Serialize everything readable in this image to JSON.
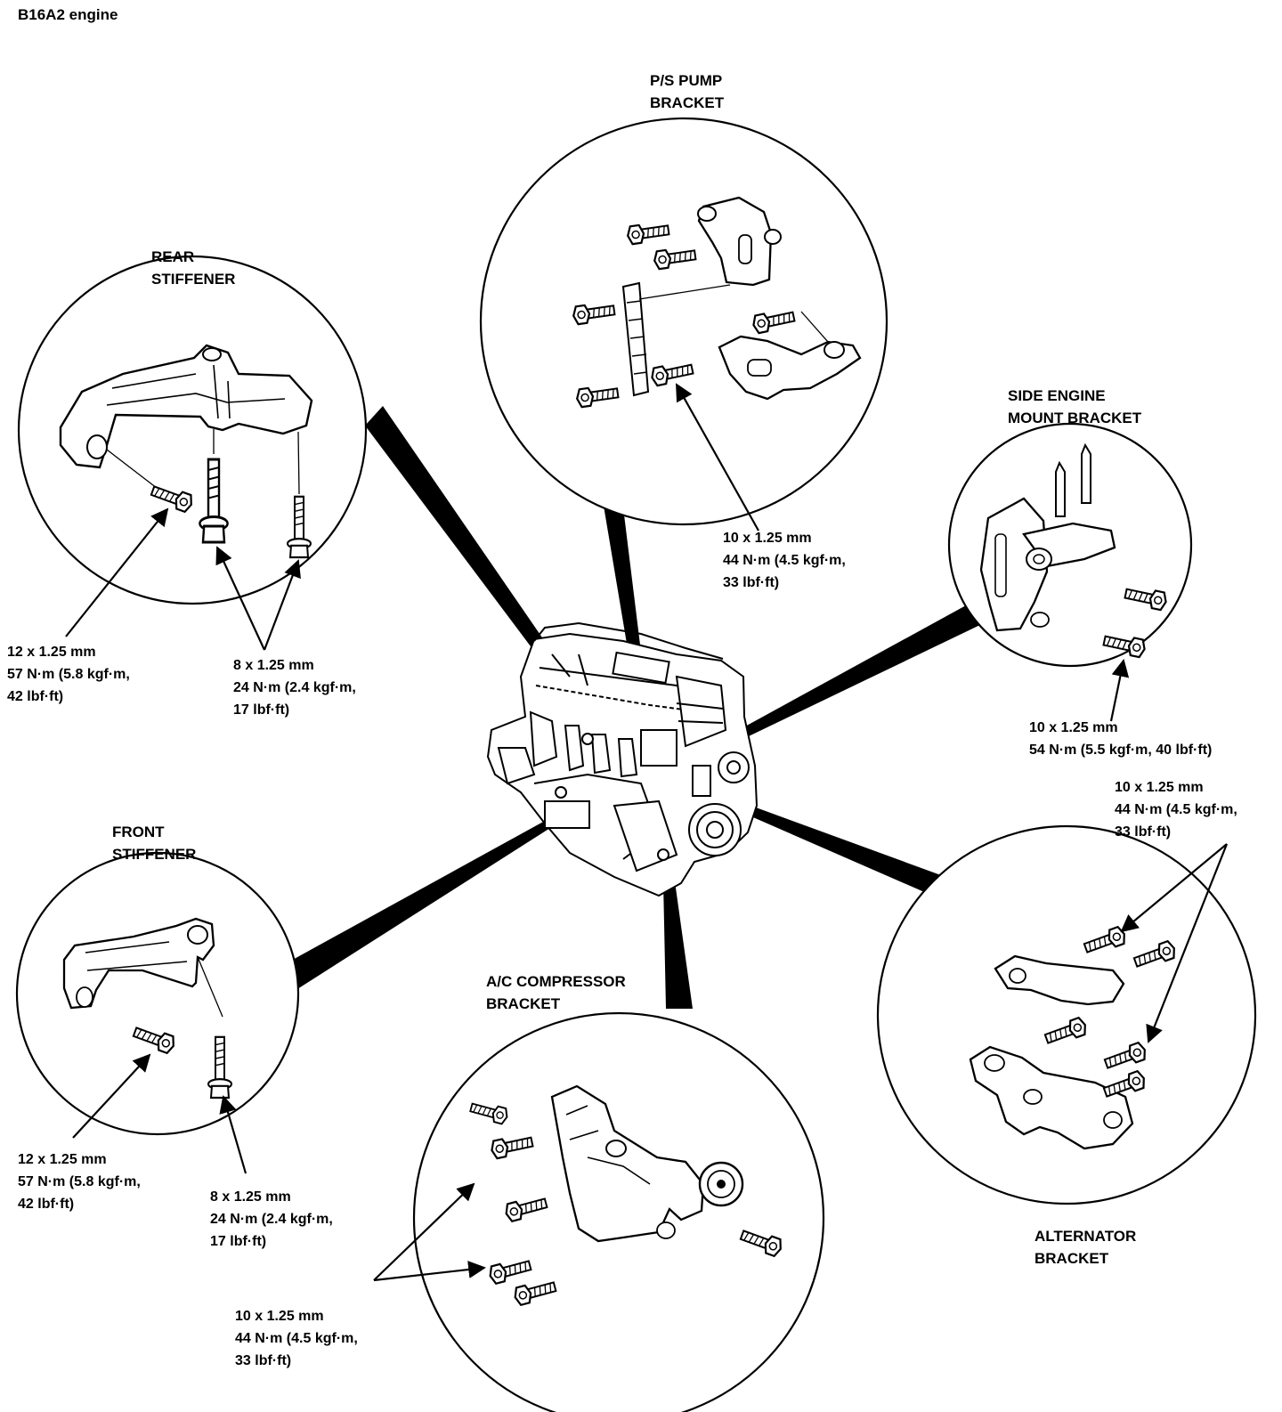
{
  "page_title": "B16A2 engine",
  "components": {
    "ps_pump_bracket": {
      "name": [
        "P/S PUMP",
        "BRACKET"
      ],
      "spec": [
        "10 x 1.25 mm",
        "44 N·m (4.5 kgf·m,",
        "33 lbf·ft)"
      ]
    },
    "rear_stiffener": {
      "name": [
        "REAR",
        "STIFFENER"
      ],
      "spec_a": [
        "12 x 1.25 mm",
        "57 N·m (5.8 kgf·m,",
        "42 lbf·ft)"
      ],
      "spec_b": [
        "8 x 1.25 mm",
        "24 N·m (2.4 kgf·m,",
        "17 lbf·ft)"
      ]
    },
    "side_engine_mount_bracket": {
      "name": [
        "SIDE ENGINE",
        "MOUNT BRACKET"
      ],
      "spec": [
        "10 x 1.25 mm",
        "54 N·m (5.5 kgf·m, 40 lbf·ft)"
      ]
    },
    "alternator_bracket": {
      "name": [
        "ALTERNATOR",
        "BRACKET"
      ],
      "spec": [
        "10 x 1.25 mm",
        "44 N·m (4.5 kgf·m,",
        "33 lbf·ft)"
      ]
    },
    "front_stiffener": {
      "name": [
        "FRONT",
        "STIFFENER"
      ],
      "spec_a": [
        "12 x 1.25 mm",
        "57 N·m (5.8 kgf·m,",
        "42 lbf·ft)"
      ],
      "spec_b": [
        "8 x 1.25 mm",
        "24 N·m (2.4 kgf·m,",
        "17 lbf·ft)"
      ]
    },
    "ac_compressor_bracket": {
      "name": [
        "A/C COMPRESSOR",
        "BRACKET"
      ],
      "spec": [
        "10 x 1.25 mm",
        "44 N·m (4.5 kgf·m,",
        "33 lbf·ft)"
      ]
    }
  }
}
